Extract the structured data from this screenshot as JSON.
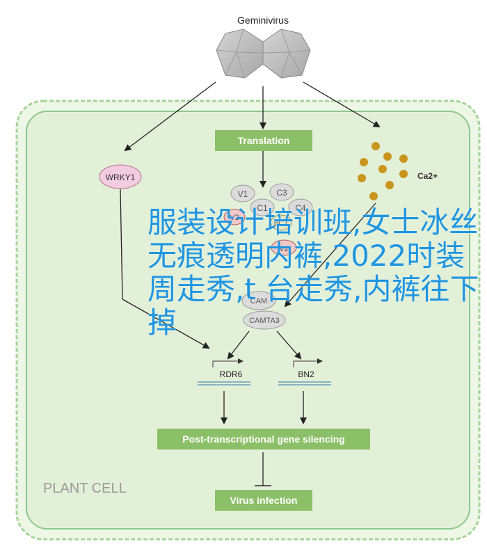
{
  "diagram": {
    "virus_label": "Geminivirus",
    "translation_label": "Translation",
    "wrky_label": "WRKY1",
    "ca_label": "Ca2+",
    "v1_label": "V1",
    "c3_label": "C3",
    "c1_label": "C1",
    "c4_label": "C4",
    "v2_label": "V2",
    "bc1_label": "βC1",
    "cam_label": "CAM",
    "camta3_label": "CAMTA3",
    "rdr6_label": "RDR6",
    "bn2_label": "BN2",
    "ptgs_label": "Post-transcriptional gene silencing",
    "infection_label": "Virus infection",
    "cell_label": "PLANT CELL"
  },
  "overlay": {
    "title": "服装设计培训班,女士冰丝无痕透明内裤,2022时装周走秀,t 台走秀,内裤往下掉"
  },
  "colors": {
    "cell_fill": "#e3f0d8",
    "cell_border": "#8cc88c",
    "box_green": "#8cc068",
    "box_text": "#ffffff",
    "dot_gold": "#c8961c",
    "wrky_fill": "#f4cce0",
    "overlay_blue": "#1e95e0"
  }
}
